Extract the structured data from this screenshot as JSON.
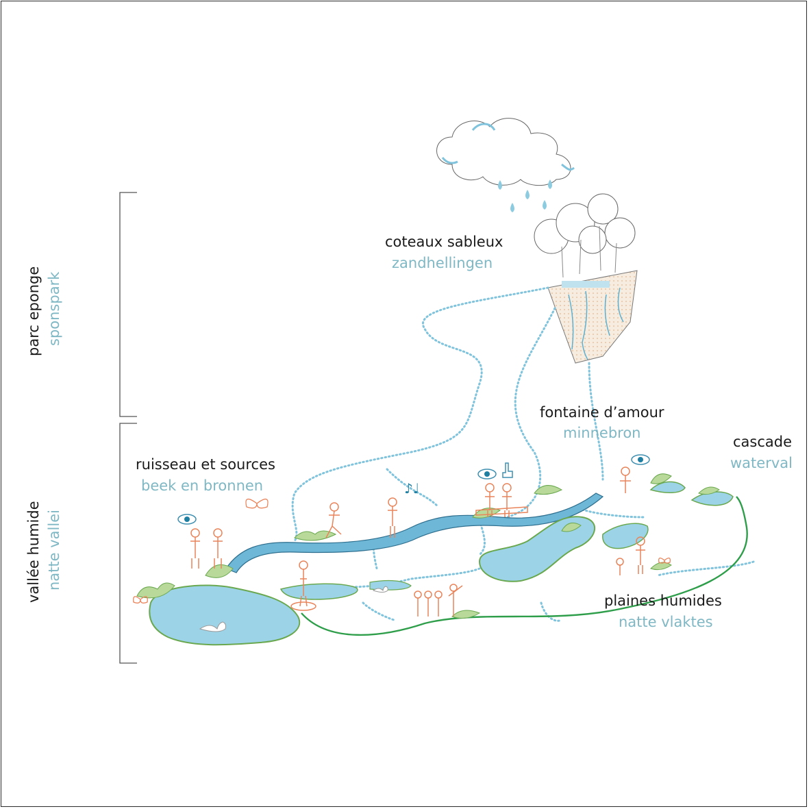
{
  "colors": {
    "text_primary": "#1a1a1a",
    "text_secondary": "#7fb8c4",
    "water": "#8ccbe0",
    "water_dark": "#3f8fb0",
    "people": "#e9845a",
    "vegetation": "#6aa84f",
    "path": "#2e9e4a",
    "dotted_flow": "#7fc3dc"
  },
  "sections": {
    "top": {
      "title": "parc eponge",
      "subtitle": "sponspark"
    },
    "bottom": {
      "title": "vallée humide",
      "subtitle": "natte vallei"
    }
  },
  "areas": {
    "coteaux": {
      "title": "coteaux sableux",
      "subtitle": "zandhellingen"
    },
    "fontaine": {
      "title": "fontaine d’amour",
      "subtitle": "minnebron"
    },
    "cascade": {
      "title": "cascade",
      "subtitle": "waterval"
    },
    "ruisseau": {
      "title": "ruisseau et sources",
      "subtitle": "beek en bronnen"
    },
    "plaines": {
      "title": "plaines humides",
      "subtitle": "natte vlaktes"
    }
  },
  "icons": [
    "cloud-icon",
    "rain-drop-icon",
    "tree-icon",
    "eye-icon",
    "hand-pointer-icon",
    "music-note-icon",
    "butterfly-icon",
    "duck-icon",
    "person-icon"
  ]
}
